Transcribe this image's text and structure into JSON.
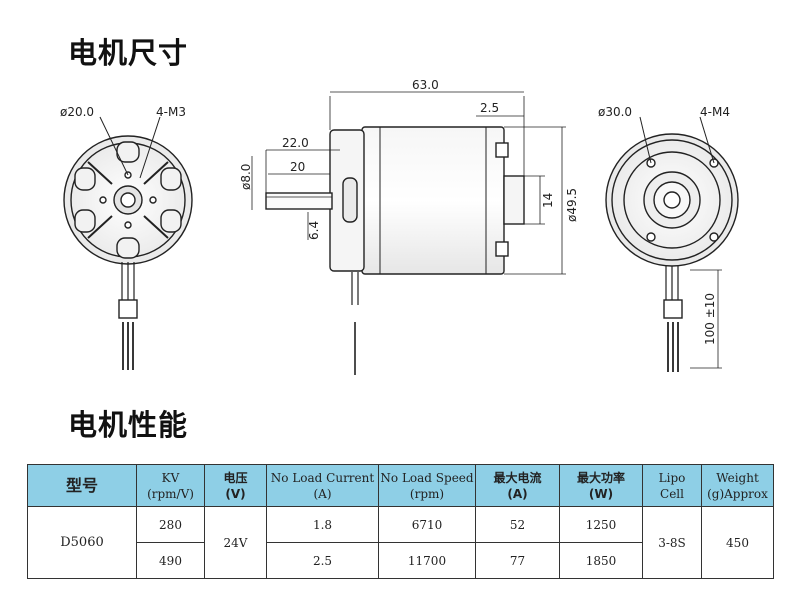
{
  "headings": {
    "dimensions": "电机尺寸",
    "performance": "电机性能"
  },
  "drawing_labels": {
    "front_left_bolt_circle": "ø20.0",
    "front_left_holes": "4-M3",
    "overall_length": "63.0",
    "flange_thickness": "2.5",
    "shaft_length": "22.0",
    "shaft_flat_length": "20",
    "shaft_diameter": "ø8.0",
    "shaft_offset": "6.4",
    "boss_diameter": "14",
    "body_diameter": "ø49.5",
    "rear_bolt_circle": "ø30.0",
    "rear_holes": "4-M4",
    "lead_length": "100 ±10"
  },
  "table": {
    "headers": [
      {
        "line1": "型号",
        "line2": ""
      },
      {
        "line1": "KV",
        "line2": "(rpm/V)"
      },
      {
        "line1": "电压",
        "line2": "(V)"
      },
      {
        "line1": "No Load Current",
        "line2": "(A)"
      },
      {
        "line1": "No Load Speed",
        "line2": "(rpm)"
      },
      {
        "line1": "最大电流",
        "line2": "(A)"
      },
      {
        "line1": "最大功率",
        "line2": "(W)"
      },
      {
        "line1": "Lipo",
        "line2": "Cell"
      },
      {
        "line1": "Weight",
        "line2": "(g)Approx"
      }
    ],
    "model": "D5060",
    "voltage": "24V",
    "lipo_cell": "3-8S",
    "weight": "450",
    "rows": [
      {
        "kv": "280",
        "no_load_current": "1.8",
        "no_load_speed": "6710",
        "max_current": "52",
        "max_power": "1250"
      },
      {
        "kv": "490",
        "no_load_current": "2.5",
        "no_load_speed": "11700",
        "max_current": "77",
        "max_power": "1850"
      }
    ]
  }
}
